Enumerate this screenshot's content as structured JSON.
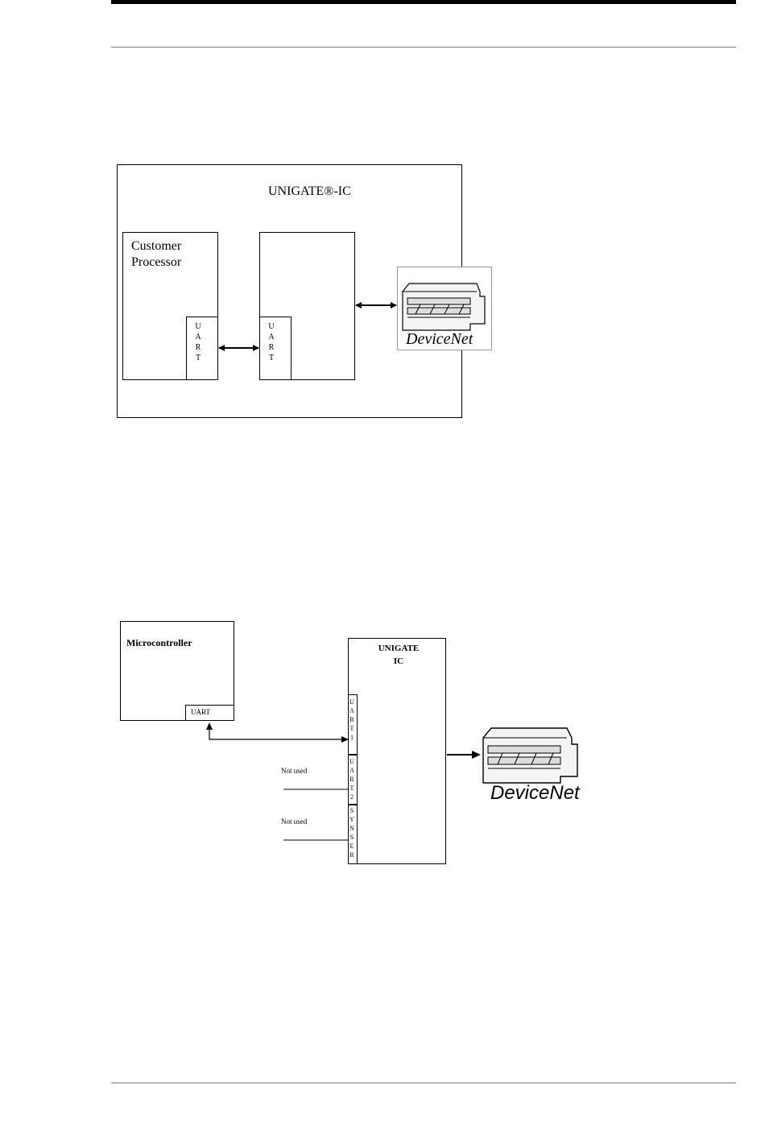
{
  "diagram1": {
    "outer_title": "UNIGATE®-IC",
    "customer_label_line1": "Customer",
    "customer_label_line2": "Processor",
    "uart_left": [
      "U",
      "A",
      "R",
      "T"
    ],
    "uart_right": [
      "U",
      "A",
      "R",
      "T"
    ],
    "connector_label": "DeviceNet"
  },
  "diagram2": {
    "micro_label": "Microcontroller",
    "micro_uart": "UART",
    "ic_title_line1": "UNIGATE",
    "ic_title_line2": "IC",
    "uart1_letters": [
      "U",
      "A",
      "R",
      "T",
      "1"
    ],
    "uart2_letters": [
      "U",
      "A",
      "R",
      "T",
      "2"
    ],
    "synser_letters": [
      "S",
      "Y",
      "N",
      "S",
      "E",
      "R"
    ],
    "not_used_1": "Not used",
    "not_used_2": "Not used",
    "connector_label": "DeviceNet"
  }
}
